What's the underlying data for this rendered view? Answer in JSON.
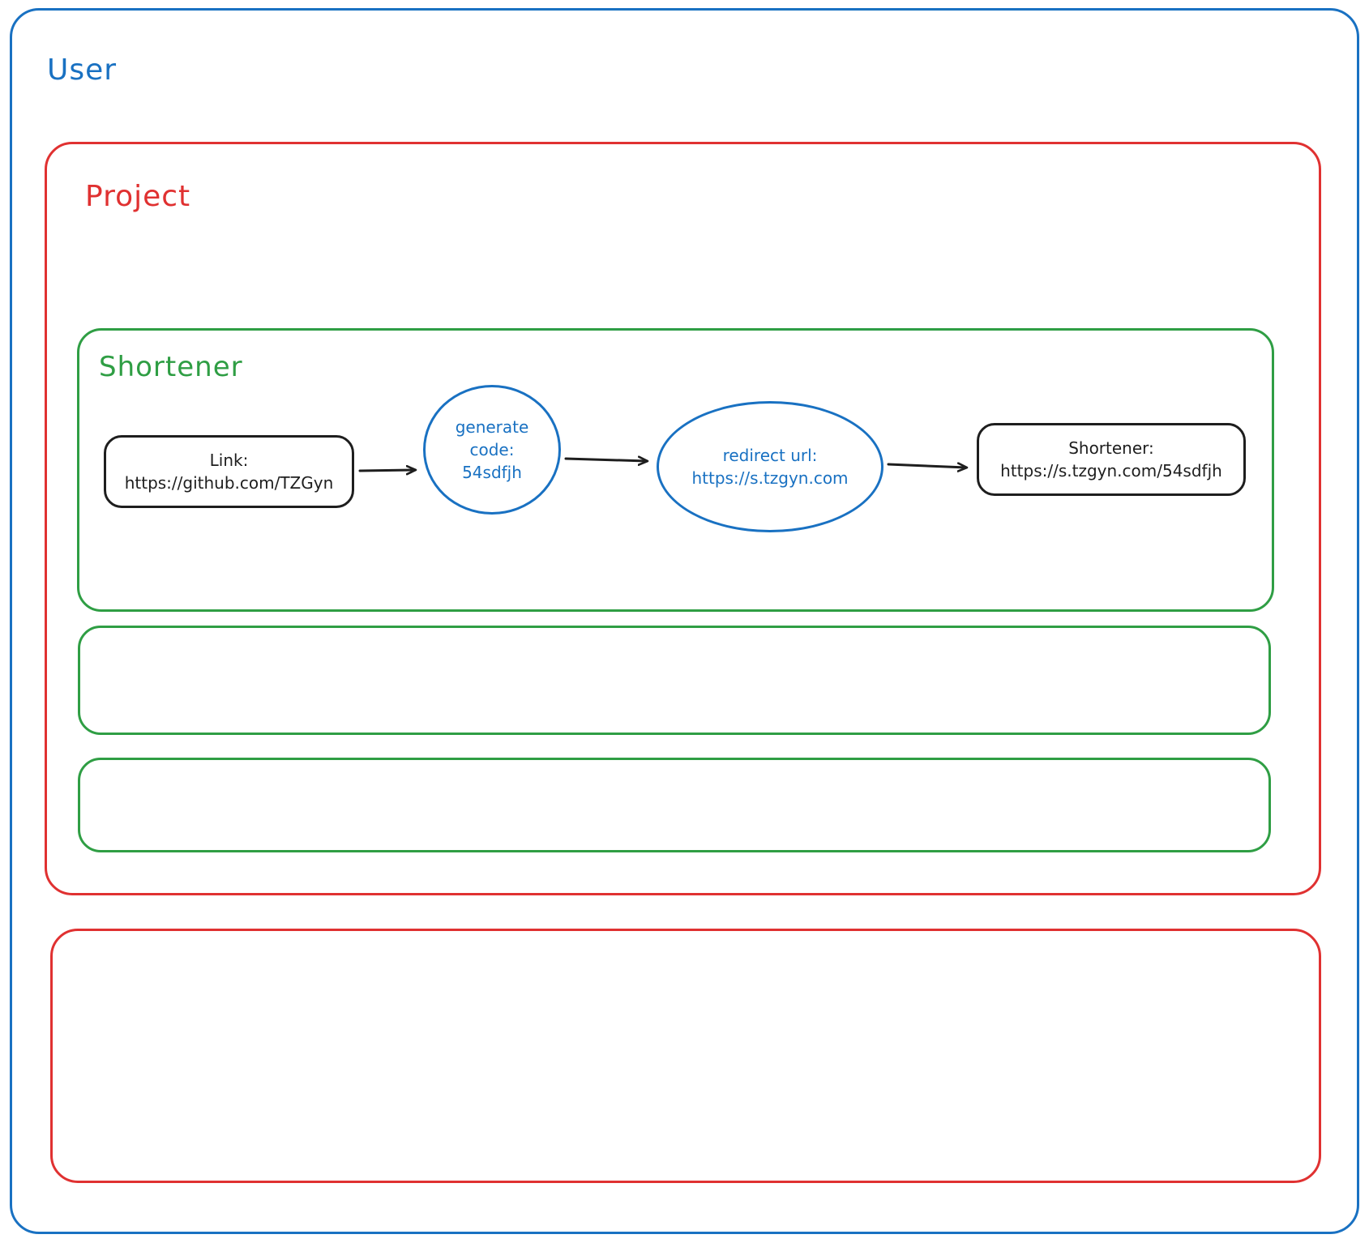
{
  "canvas": {
    "containers": {
      "user": {
        "label": "User",
        "color": "#1971c2"
      },
      "project": {
        "label": "Project",
        "color": "#e03131"
      },
      "shortener": {
        "label": "Shortener",
        "color": "#2f9e44"
      },
      "empty_green_row_1": {
        "color": "#2f9e44"
      },
      "empty_green_row_2": {
        "color": "#2f9e44"
      },
      "empty_red_box": {
        "color": "#e03131"
      }
    },
    "flow": {
      "link_node": {
        "line1": "Link:",
        "line2": "https://github.com/TZGyn",
        "color": "#1e1e1e"
      },
      "generate_code_node": {
        "line1": "generate",
        "line2": "code:",
        "line3": "54sdfjh",
        "color": "#1971c2"
      },
      "redirect_url_node": {
        "line1": "redirect url:",
        "line2": "https://s.tzgyn.com",
        "color": "#1971c2"
      },
      "shortener_result_node": {
        "line1": "Shortener:",
        "line2": "https://s.tzgyn.com/54sdfjh",
        "color": "#1e1e1e"
      },
      "arrow_color": "#1e1e1e"
    }
  }
}
